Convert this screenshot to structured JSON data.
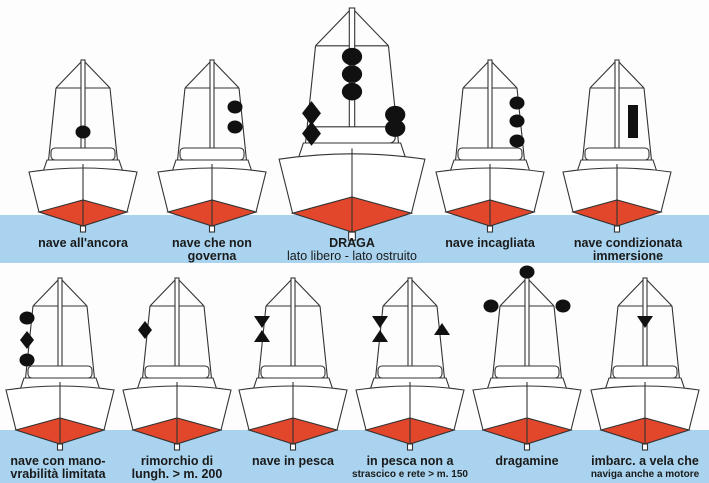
{
  "colors": {
    "water": "#a9d3ee",
    "hull_underwater": "#e2462b",
    "shape": "#111111"
  },
  "signals": [
    {
      "id": "anchor",
      "line1": "nave all'ancora",
      "line2": ""
    },
    {
      "id": "not-under-command",
      "line1": "nave che non",
      "line2": "governa"
    },
    {
      "id": "dredger",
      "line1": "DRAGA",
      "line2": "lato libero - lato ostruito"
    },
    {
      "id": "aground",
      "line1": "nave incagliata",
      "line2": ""
    },
    {
      "id": "draught-constrained",
      "line1": "nave condizionata",
      "line2": "immersione"
    },
    {
      "id": "restricted-manoeuvrability",
      "line1": "nave con mano-",
      "line2": "vrabilità limitata"
    },
    {
      "id": "tow-over-200",
      "line1": "rimorchio di",
      "line2": "lungh. > m. 200"
    },
    {
      "id": "fishing",
      "line1": "nave in pesca",
      "line2": ""
    },
    {
      "id": "fishing-not-trawling",
      "line1": "in pesca non a",
      "line2": "strascico e rete > m. 150"
    },
    {
      "id": "minesweeper",
      "line1": "dragamine",
      "line2": ""
    },
    {
      "id": "sail-under-power",
      "line1": "imbarc. a vela che",
      "line2": "naviga anche a motore"
    }
  ]
}
